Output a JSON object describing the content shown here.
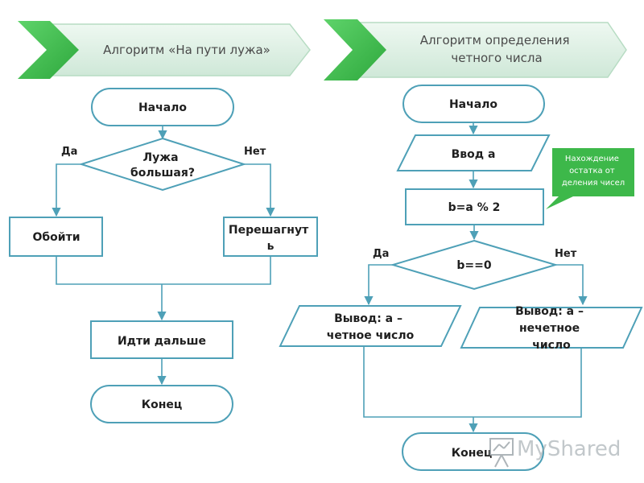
{
  "left_algorithm": {
    "title": "Алгоритм «На пути лужа»",
    "start": "Начало",
    "decision": [
      "Лужа",
      "большая?"
    ],
    "yes": "Да",
    "no": "Нет",
    "yes_action": "Обойти",
    "no_action": [
      "Перешагнут",
      "ь"
    ],
    "next": "Идти дальше",
    "end": "Конец"
  },
  "right_algorithm": {
    "title": [
      "Алгоритм определения",
      "четного числа"
    ],
    "start": "Начало",
    "input": "Ввод а",
    "process": "b=a % 2",
    "decision": "b==0",
    "yes": "Да",
    "no": "Нет",
    "yes_output": [
      "Вывод: а –",
      "четное число"
    ],
    "no_output": [
      "Вывод: а –",
      "нечетное",
      "число"
    ],
    "end": "Конец",
    "callout": [
      "Нахождение",
      "остатка от",
      "деления чисел"
    ]
  },
  "watermark": "MyShared",
  "colors": {
    "stroke": "#4ea0b7",
    "header_fill": "#dcefe3",
    "chevron": "#3cc04a",
    "callout": "#3db84a"
  }
}
